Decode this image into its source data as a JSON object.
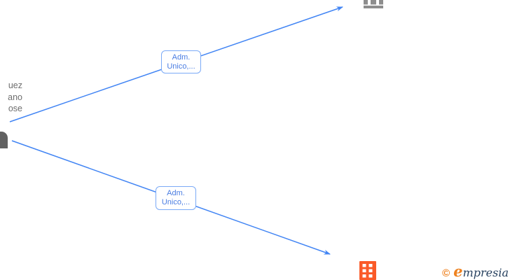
{
  "colors": {
    "arrow_blue": "#4285f4",
    "label_border_blue": "#7baaf7",
    "label_text_blue": "#4a7de2",
    "person_gray": "#616161",
    "name_text_gray": "#6e6e6e",
    "building_gray": "#8d8d8d",
    "building_orange": "#fa5a28",
    "logo_orange": "#ee8220",
    "logo_navy": "#27415f"
  },
  "diagram": {
    "person_node": {
      "icon": "person-silhouette-fragment",
      "name_lines": [
        "uez",
        "ano",
        "ose"
      ]
    },
    "relationships": [
      {
        "label_lines": [
          "Adm.",
          "Unico,..."
        ],
        "target": "company-top"
      },
      {
        "label_lines": [
          "Adm.",
          "Unico,..."
        ],
        "target": "company-bottom"
      }
    ],
    "company_top": {
      "icon": "building-gray-fragment"
    },
    "company_bottom": {
      "icon": "building-orange"
    }
  },
  "watermark": {
    "copyright_symbol": "©",
    "brand_initial": "e",
    "brand_rest": "mpresia"
  }
}
